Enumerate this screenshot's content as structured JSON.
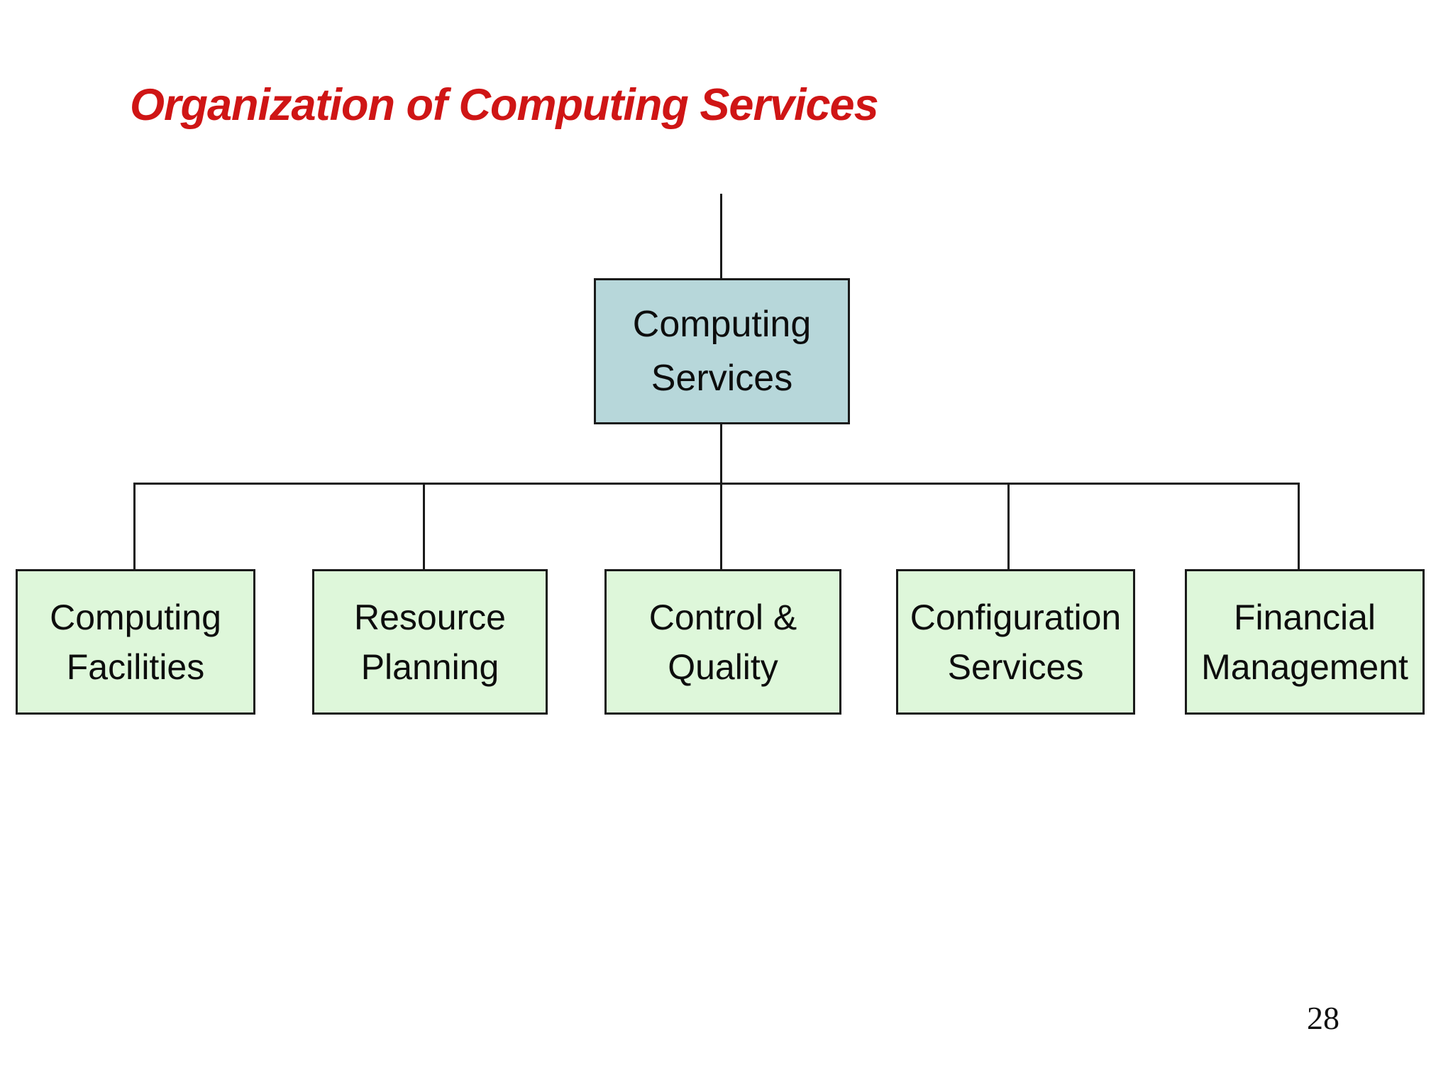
{
  "slide": {
    "title": "Organization of Computing Services",
    "page_number": "28"
  },
  "org_chart": {
    "root": {
      "line1": "Computing",
      "line2": "Services"
    },
    "children": [
      {
        "line1": "Computing",
        "line2": "Facilities"
      },
      {
        "line1": "Resource",
        "line2": "Planning"
      },
      {
        "line1": "Control &",
        "line2": "Quality"
      },
      {
        "line1": "Configuration",
        "line2": "Services"
      },
      {
        "line1": "Financial",
        "line2": "Management"
      }
    ]
  },
  "colors": {
    "title_text": "#cf1515",
    "root_box_fill": "#b7d7da",
    "child_box_fill": "#def7da",
    "connector_line": "#1a1a1a",
    "box_border": "#1a1a1a",
    "box_text": "#0d0d0d"
  }
}
